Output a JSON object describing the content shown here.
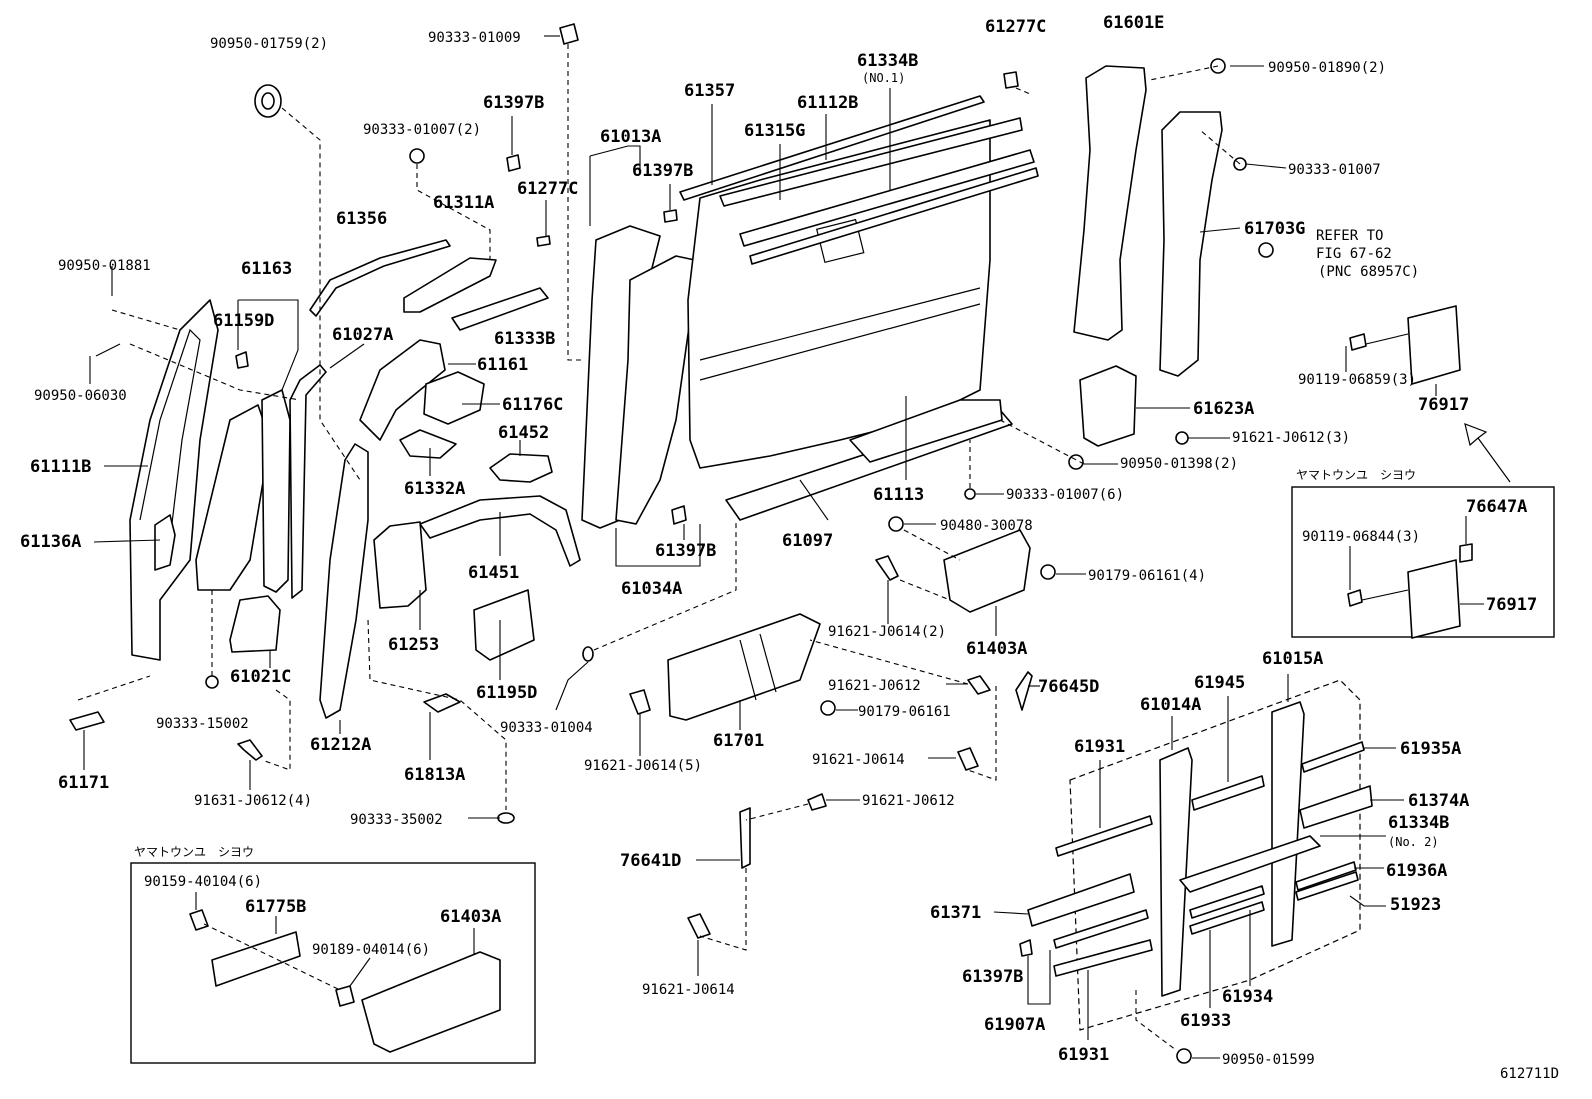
{
  "part_labels": {
    "l_90950_01759": "90950-01759(2)",
    "l_90333_01009": "90333-01009",
    "l_61277C_top": "61277C",
    "l_61601E": "61601E",
    "l_90950_01890": "90950-01890(2)",
    "l_61334B_1": "61334B",
    "l_no1": "(NO.1)",
    "l_61357": "61357",
    "l_61112B": "61112B",
    "l_61397B_a": "61397B",
    "l_90333_01007_2": "90333-01007(2)",
    "l_61013A": "61013A",
    "l_61315G": "61315G",
    "l_90333_01007_r": "90333-01007",
    "l_61397B_b": "61397B",
    "l_61277C_mid": "61277C",
    "l_61356": "61356",
    "l_61311A": "61311A",
    "l_61703G": "61703G",
    "l_refer_to": "REFER TO",
    "l_fig": "FIG 67-62",
    "l_pnc": "(PNC 68957C)",
    "l_90950_01881": "90950-01881",
    "l_61163": "61163",
    "l_61159D": "61159D",
    "l_61333B": "61333B",
    "l_61027A": "61027A",
    "l_61161": "61161",
    "l_90119_06859": "90119-06859(3)",
    "l_76917_a": "76917",
    "l_90950_06030": "90950-06030",
    "l_61176C": "61176C",
    "l_61623A": "61623A",
    "l_61452": "61452",
    "l_91621_J0612_3": "91621-J0612(3)",
    "l_61111B": "61111B",
    "l_61332A": "61332A",
    "l_90950_01398": "90950-01398(2)",
    "l_yamato_1": "ヤマトウンユ　シヨウ",
    "l_61113": "61113",
    "l_90333_01007_6": "90333-01007(6)",
    "l_76647A": "76647A",
    "l_61136A": "61136A",
    "l_90480_30078": "90480-30078",
    "l_90119_06844": "90119-06844(3)",
    "l_61097": "61097",
    "l_61451": "61451",
    "l_61397B_c": "61397B",
    "l_90179_06161_4": "90179-06161(4)",
    "l_61034A": "61034A",
    "l_76917_b": "76917",
    "l_91621_J0614_2": "91621-J0614(2)",
    "l_61253": "61253",
    "l_61403A_a": "61403A",
    "l_61021C": "61021C",
    "l_61015A": "61015A",
    "l_91621_J0612_a": "91621-J0612",
    "l_76645D": "76645D",
    "l_61945": "61945",
    "l_61195D": "61195D",
    "l_61014A": "61014A",
    "l_90179_06161": "90179-06161",
    "l_90333_15002": "90333-15002",
    "l_90333_01004": "90333-01004",
    "l_61701": "61701",
    "l_61212A": "61212A",
    "l_61931_a": "61931",
    "l_61935A": "61935A",
    "l_61171": "61171",
    "l_91621_J0614_5": "91621-J0614(5)",
    "l_91621_J0614_b": "91621-J0614",
    "l_61813A": "61813A",
    "l_91631_J0612": "91631-J0612(4)",
    "l_91621_J0612_b": "91621-J0612",
    "l_61374A": "61374A",
    "l_90333_35002": "90333-35002",
    "l_61334B_2": "61334B",
    "l_no2": "(No. 2)",
    "l_yamato_2": "ヤマトウンユ　シヨウ",
    "l_76641D": "76641D",
    "l_61936A": "61936A",
    "l_90159_40104": "90159-40104(6)",
    "l_61775B": "61775B",
    "l_61403A_b": "61403A",
    "l_61371": "61371",
    "l_51923": "51923",
    "l_90189_04014": "90189-04014(6)",
    "l_61397B_d": "61397B",
    "l_61934": "61934",
    "l_61933": "61933",
    "l_61907A": "61907A",
    "l_91621_J0614_c": "91621-J0614",
    "l_61931_b": "61931",
    "l_90950_01599": "90950-01599",
    "l_diagram_id": "612711D"
  }
}
